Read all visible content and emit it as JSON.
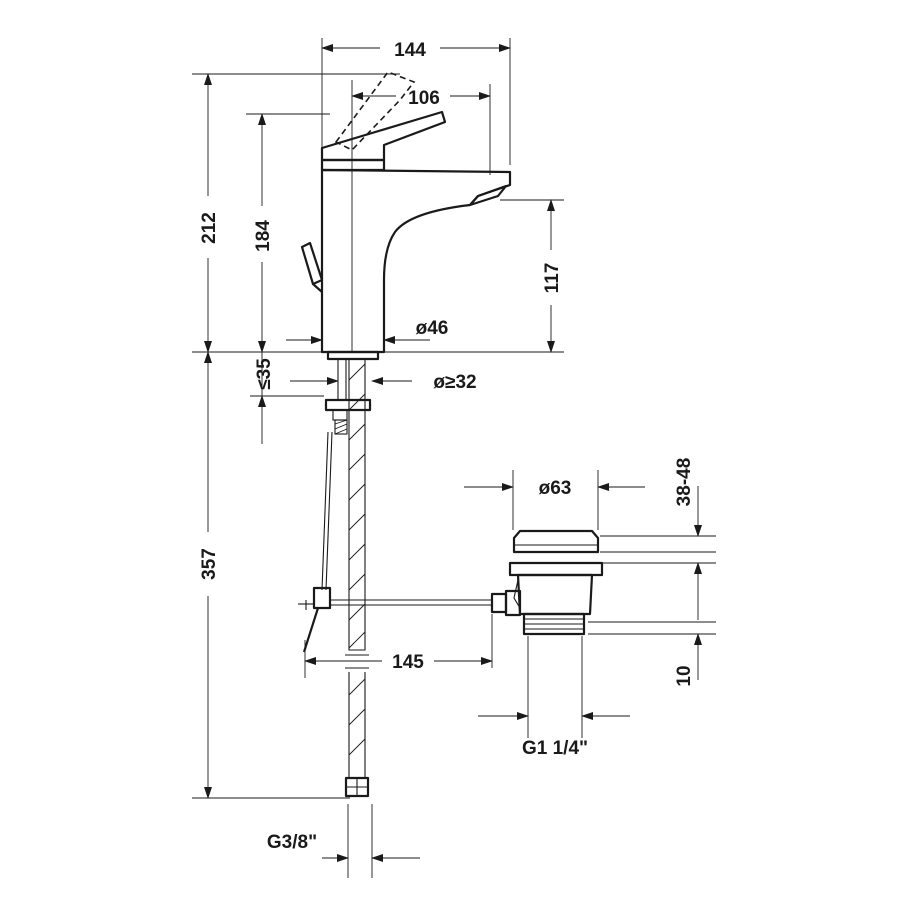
{
  "dimensions": {
    "d144": "144",
    "d106": "106",
    "d212": "212",
    "d184": "184",
    "d117": "117",
    "d46": "ø46",
    "d35": "≤35",
    "d32": "ø≥32",
    "d357": "357",
    "d63": "ø63",
    "d3848": "38-48",
    "d145": "145",
    "d10": "10",
    "g114": "G1 1/4\"",
    "g38": "G3/8\""
  }
}
